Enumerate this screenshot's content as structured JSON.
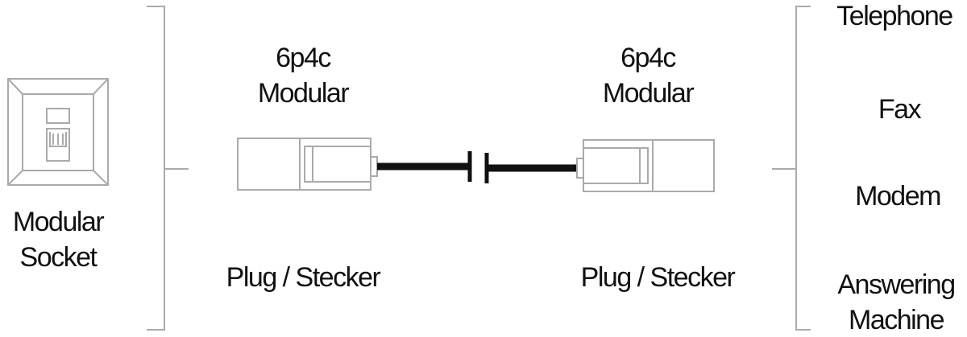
{
  "socket": {
    "label_line1": "Modular",
    "label_line2": "Socket"
  },
  "plug_left": {
    "type_line1": "6p4c",
    "type_line2": "Modular",
    "caption": "Plug / Stecker"
  },
  "plug_right": {
    "type_line1": "6p4c",
    "type_line2": "Modular",
    "caption": "Plug / Stecker"
  },
  "devices": [
    {
      "label": "Telephone"
    },
    {
      "label": "Fax"
    },
    {
      "label": "Modem"
    },
    {
      "label": "Answering",
      "label2": "Machine"
    }
  ],
  "colors": {
    "outline": "#aaaaaa",
    "cable": "#111111",
    "text": "#111111"
  }
}
